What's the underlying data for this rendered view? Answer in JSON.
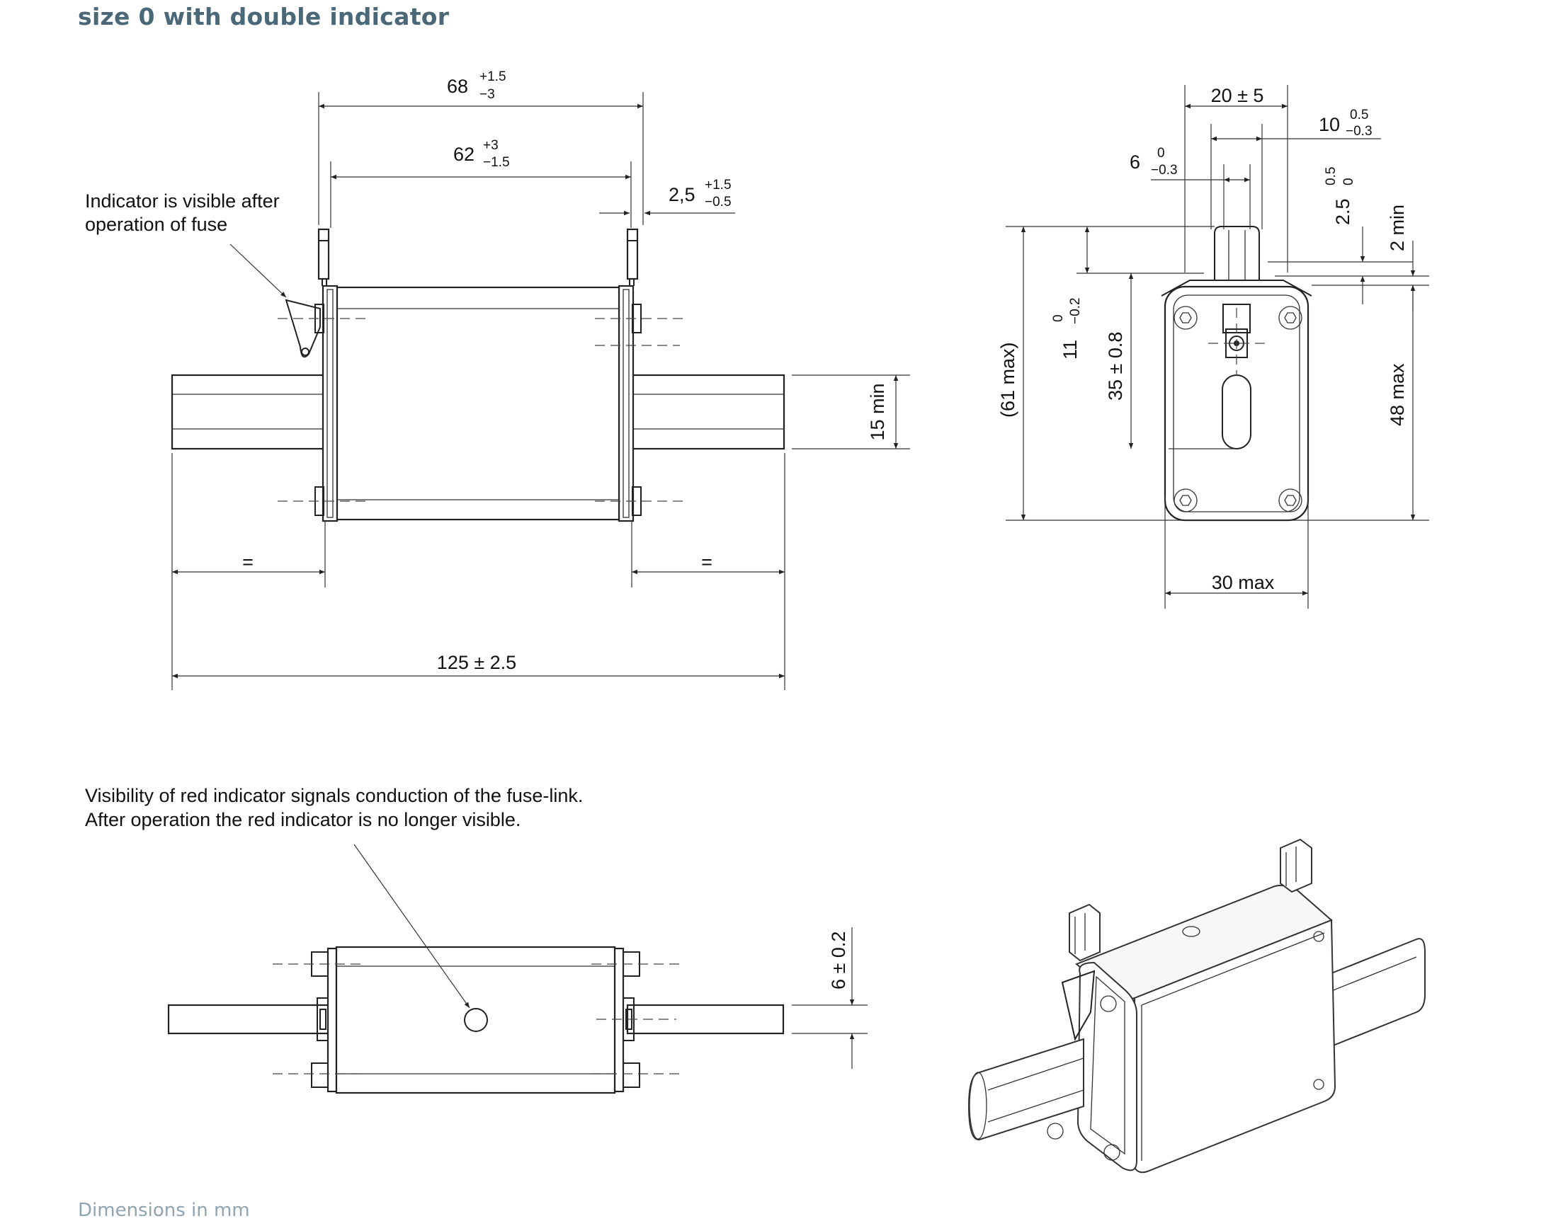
{
  "title": "size 0 with double indicator",
  "footer": "Dimensions in mm",
  "notes": {
    "indicator_after": [
      "Indicator is visible after",
      "operation of fuse"
    ],
    "red_indicator": [
      "Visibility of red indicator signals conduction of the fuse-link.",
      "After operation the red indicator is no longer visible."
    ]
  },
  "front_view": {
    "dim_68": {
      "nominal": "68",
      "upper": "+1.5",
      "lower": "−3"
    },
    "dim_62": {
      "nominal": "62",
      "upper": "+3",
      "lower": "−1.5"
    },
    "dim_2_5": {
      "nominal": "2,5",
      "upper": "+1.5",
      "lower": "−0.5"
    },
    "dim_15": "15 min",
    "dim_125": "125 ± 2.5",
    "equal_left": "=",
    "equal_right": "="
  },
  "side_view": {
    "dim_20": "20 ± 5",
    "dim_10": {
      "nominal": "10",
      "upper": "0.5",
      "lower": "−0.3"
    },
    "dim_6": {
      "nominal": "6",
      "upper": "0",
      "lower": "−0.3"
    },
    "dim_2_5": {
      "nominal": "2.5",
      "upper": "0.5",
      "lower": "0"
    },
    "dim_2min": "2 min",
    "dim_11": {
      "nominal": "11",
      "upper": "0",
      "lower": "−0.2"
    },
    "dim_35": "35 ± 0.8",
    "dim_61": "(61 max)",
    "dim_48": "48 max",
    "dim_30": "30 max"
  },
  "top_view": {
    "dim_6": "6 ± 0.2"
  }
}
